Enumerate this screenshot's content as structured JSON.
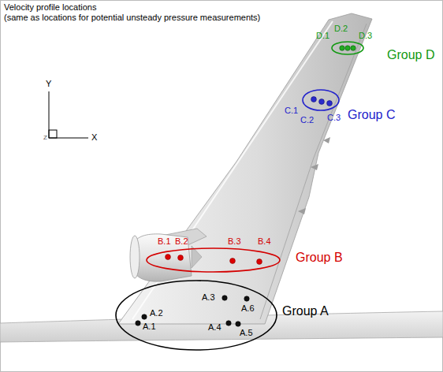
{
  "diagram": {
    "title": "Velocity profile locations",
    "nodes": [
      {
        "text": [
          "Group A"
        ]
      },
      {
        "text": [
          "Group B"
        ]
      },
      {
        "text": [
          "Group C"
        ]
      },
      {
        "text": [
          "Group D"
        ]
      }
    ],
    "labels": [
      "(same as locations for potential unsteady pressure measurements)",
      "Y",
      "X",
      "Z",
      "A.1",
      "A.2",
      "A.3",
      "A.4",
      "A.5",
      "A.6",
      "B.1",
      "B.2",
      "B.3",
      "B.4",
      "C.1",
      "C.2",
      "C.3",
      "D.1",
      "D.2",
      "D.3"
    ]
  }
}
